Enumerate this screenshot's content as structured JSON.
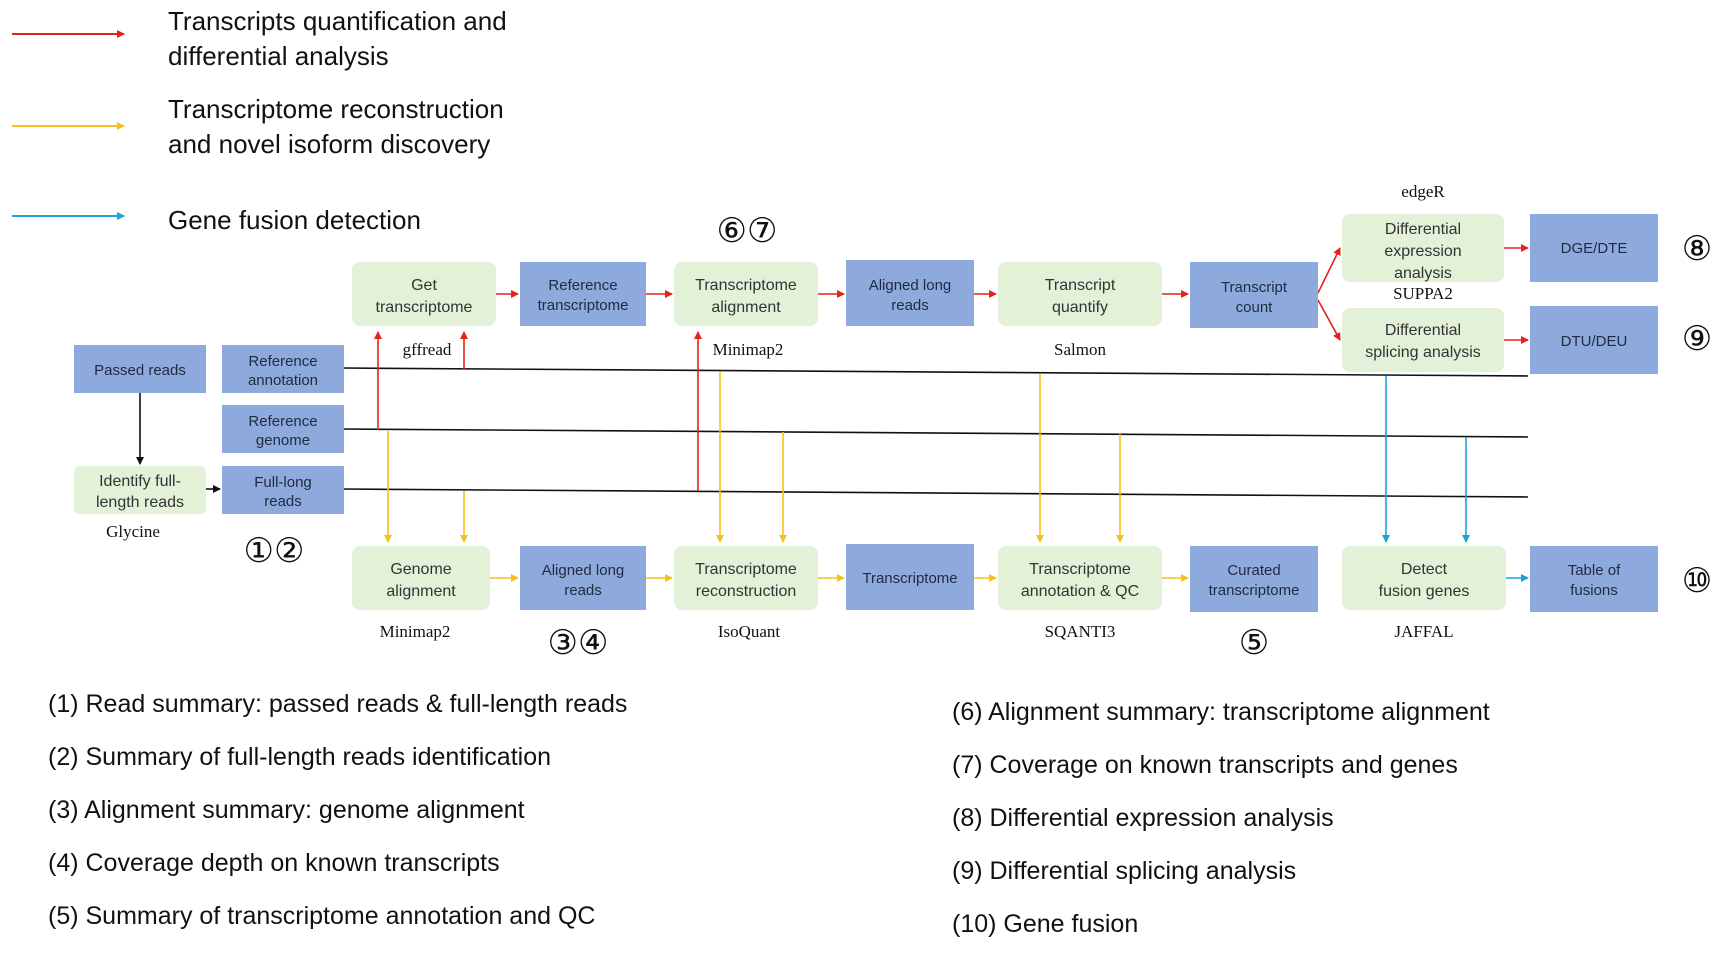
{
  "colors": {
    "quantification": "#e2231a",
    "reconstruction": "#f2c21b",
    "fusion": "#1aa3d9",
    "green_box": "#e3f1d9",
    "blue_box": "#8ea9db"
  },
  "legend": [
    {
      "line1": "Transcripts quantification and",
      "line2": "differential analysis",
      "color": "#e2231a"
    },
    {
      "line1": "Transcriptome reconstruction",
      "line2": "and novel isoform discovery",
      "color": "#f2c21b"
    },
    {
      "line1": "Gene fusion detection",
      "line2": "",
      "color": "#1aa3d9"
    }
  ],
  "boxes": {
    "passed_reads": {
      "line1": "Passed reads",
      "line2": ""
    },
    "identify_full_length": {
      "line1": "Identify full-",
      "line2": "length reads"
    },
    "reference_annotation": {
      "line1": "Reference",
      "line2": "annotation"
    },
    "reference_genome": {
      "line1": "Reference",
      "line2": "genome"
    },
    "full_long_reads": {
      "line1": "Full-long",
      "line2": "reads"
    },
    "get_transcriptome": {
      "line1": "Get",
      "line2": "transcriptome"
    },
    "reference_transcriptome": {
      "line1": "Reference",
      "line2": "transcriptome"
    },
    "transcriptome_alignment": {
      "line1": "Transcriptome",
      "line2": "alignment"
    },
    "aligned_long_reads_top": {
      "line1": "Aligned long",
      "line2": "reads"
    },
    "transcript_quantify": {
      "line1": "Transcript",
      "line2": "quantify"
    },
    "transcript_count": {
      "line1": "Transcript",
      "line2": "count"
    },
    "differential_expression": {
      "line1": "Differential",
      "line2": "expression",
      "line3": "analysis"
    },
    "differential_splicing": {
      "line1": "Differential",
      "line2": "splicing analysis"
    },
    "dge_dte": {
      "line1": "DGE/DTE",
      "line2": ""
    },
    "dtu_deu": {
      "line1": "DTU/DEU",
      "line2": ""
    },
    "genome_alignment": {
      "line1": "Genome",
      "line2": "alignment"
    },
    "aligned_long_reads_bottom": {
      "line1": "Aligned long",
      "line2": "reads"
    },
    "transcriptome_reconstruction": {
      "line1": "Transcriptome",
      "line2": "reconstruction"
    },
    "transcriptome": {
      "line1": "Transcriptome",
      "line2": ""
    },
    "transcriptome_annotation_qc": {
      "line1": "Transcriptome",
      "line2": "annotation & QC"
    },
    "curated_transcriptome": {
      "line1": "Curated",
      "line2": "transcriptome"
    },
    "detect_fusion_genes": {
      "line1": "Detect",
      "line2": "fusion genes"
    },
    "table_of_fusions": {
      "line1": "Table of",
      "line2": "fusions"
    }
  },
  "tools": {
    "glycine": "Glycine",
    "gffread": "gffread",
    "minimap2_top": "Minimap2",
    "salmon": "Salmon",
    "edger": "edgeR",
    "suppa2": "SUPPA2",
    "minimap2_bottom": "Minimap2",
    "isoquant": "IsoQuant",
    "sqanti3": "SQANTI3",
    "jaffal": "JAFFAL"
  },
  "markers": {
    "m12": "①②",
    "m67": "⑥⑦",
    "m8": "⑧",
    "m9": "⑨",
    "m34": "③④",
    "m5": "⑤",
    "m10": "⑩"
  },
  "notes": {
    "left": [
      "(1) Read summary: passed reads & full-length reads",
      "(2) Summary of full-length reads identification",
      "(3) Alignment summary: genome alignment",
      "(4) Coverage depth on known transcripts",
      "(5) Summary of transcriptome annotation and QC"
    ],
    "right": [
      "(6) Alignment summary: transcriptome alignment",
      "(7) Coverage on known transcripts and genes",
      "(8) Differential expression analysis",
      "(9) Differential splicing analysis",
      "(10) Gene fusion"
    ]
  }
}
